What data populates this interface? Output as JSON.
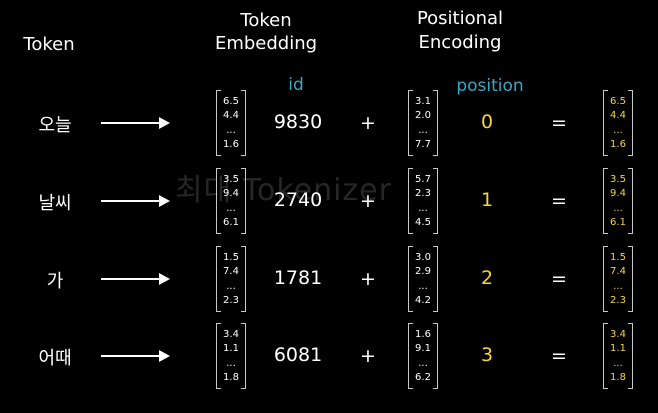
{
  "headers": {
    "token": "Token",
    "token_embedding": [
      "Token",
      "Embedding"
    ],
    "positional_encoding": [
      "Positional",
      "Encoding"
    ],
    "id": "id",
    "position": "position"
  },
  "watermark": "최대 Tokenizer",
  "operators": {
    "plus": "+",
    "equals": "="
  },
  "rows": [
    {
      "token": "오늘",
      "embedding": [
        "6.5",
        "4.4",
        "...",
        "1.6"
      ],
      "id": "9830",
      "encoding": [
        "3.1",
        "2.0",
        "...",
        "7.7"
      ],
      "position": "0",
      "result": [
        "6.5",
        "4.4",
        "...",
        "1.6"
      ]
    },
    {
      "token": "날씨",
      "embedding": [
        "3.5",
        "9.4",
        "...",
        "6.1"
      ],
      "id": "2740",
      "encoding": [
        "5.7",
        "2.3",
        "...",
        "4.5"
      ],
      "position": "1",
      "result": [
        "3.5",
        "9.4",
        "...",
        "6.1"
      ]
    },
    {
      "token": "가",
      "embedding": [
        "1.5",
        "7.4",
        "...",
        "2.3"
      ],
      "id": "1781",
      "encoding": [
        "3.0",
        "2.9",
        "...",
        "4.2"
      ],
      "position": "2",
      "result": [
        "1.5",
        "7.4",
        "...",
        "2.3"
      ]
    },
    {
      "token": "어때",
      "embedding": [
        "3.4",
        "1.1",
        "...",
        "1.8"
      ],
      "id": "6081",
      "encoding": [
        "1.6",
        "9.1",
        "...",
        "6.2"
      ],
      "position": "3",
      "result": [
        "3.4",
        "1.1",
        "...",
        "1.8"
      ]
    }
  ]
}
